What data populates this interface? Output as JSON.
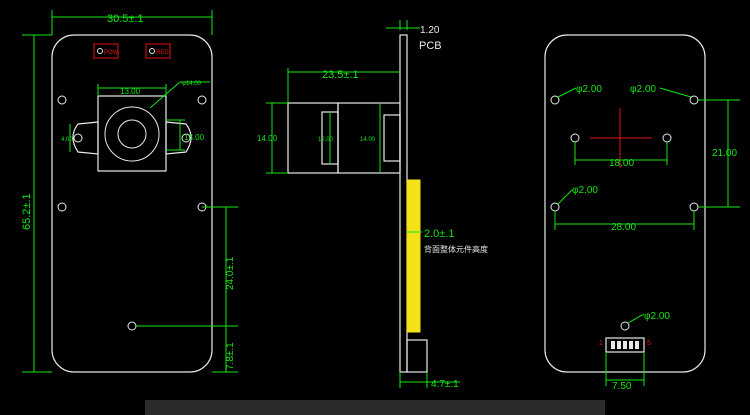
{
  "front_view": {
    "width_dim": "30.5±.1",
    "height_dim": "65.2±.1",
    "lens_width_dim": "13.00",
    "lens_dia_dim": "φ14.00",
    "lens_height_dim": "13.00",
    "mount_left_dim": "4.00",
    "lower_hole_dim": "24.0±.1",
    "bottom_dim": "7.8±.1",
    "led_labels": [
      "POW",
      "RED"
    ]
  },
  "side_view": {
    "pcb_thickness_dim": "1.20",
    "pcb_label": "PCB",
    "lens_length_dim": "23.5±.1",
    "barrel_height_dim": "14.00",
    "barrel_inner_dim": "12.00",
    "holder_dim": "14.00",
    "back_height_dim": "2.0±.1",
    "back_note": "背面整体元件高度",
    "connector_dim": "4.7±.1"
  },
  "back_view": {
    "hole_dia_top_left": "φ2.00",
    "hole_dia_top_right": "φ2.00",
    "hole_dia_mid": "φ2.00",
    "hole_dia_bottom": "φ2.00",
    "center_spacing_dim": "18.00",
    "right_height_dim": "21.00",
    "lower_spacing_dim": "28.00",
    "connector_width_dim": "7.50",
    "pin_first": "1",
    "pin_last": "5"
  }
}
